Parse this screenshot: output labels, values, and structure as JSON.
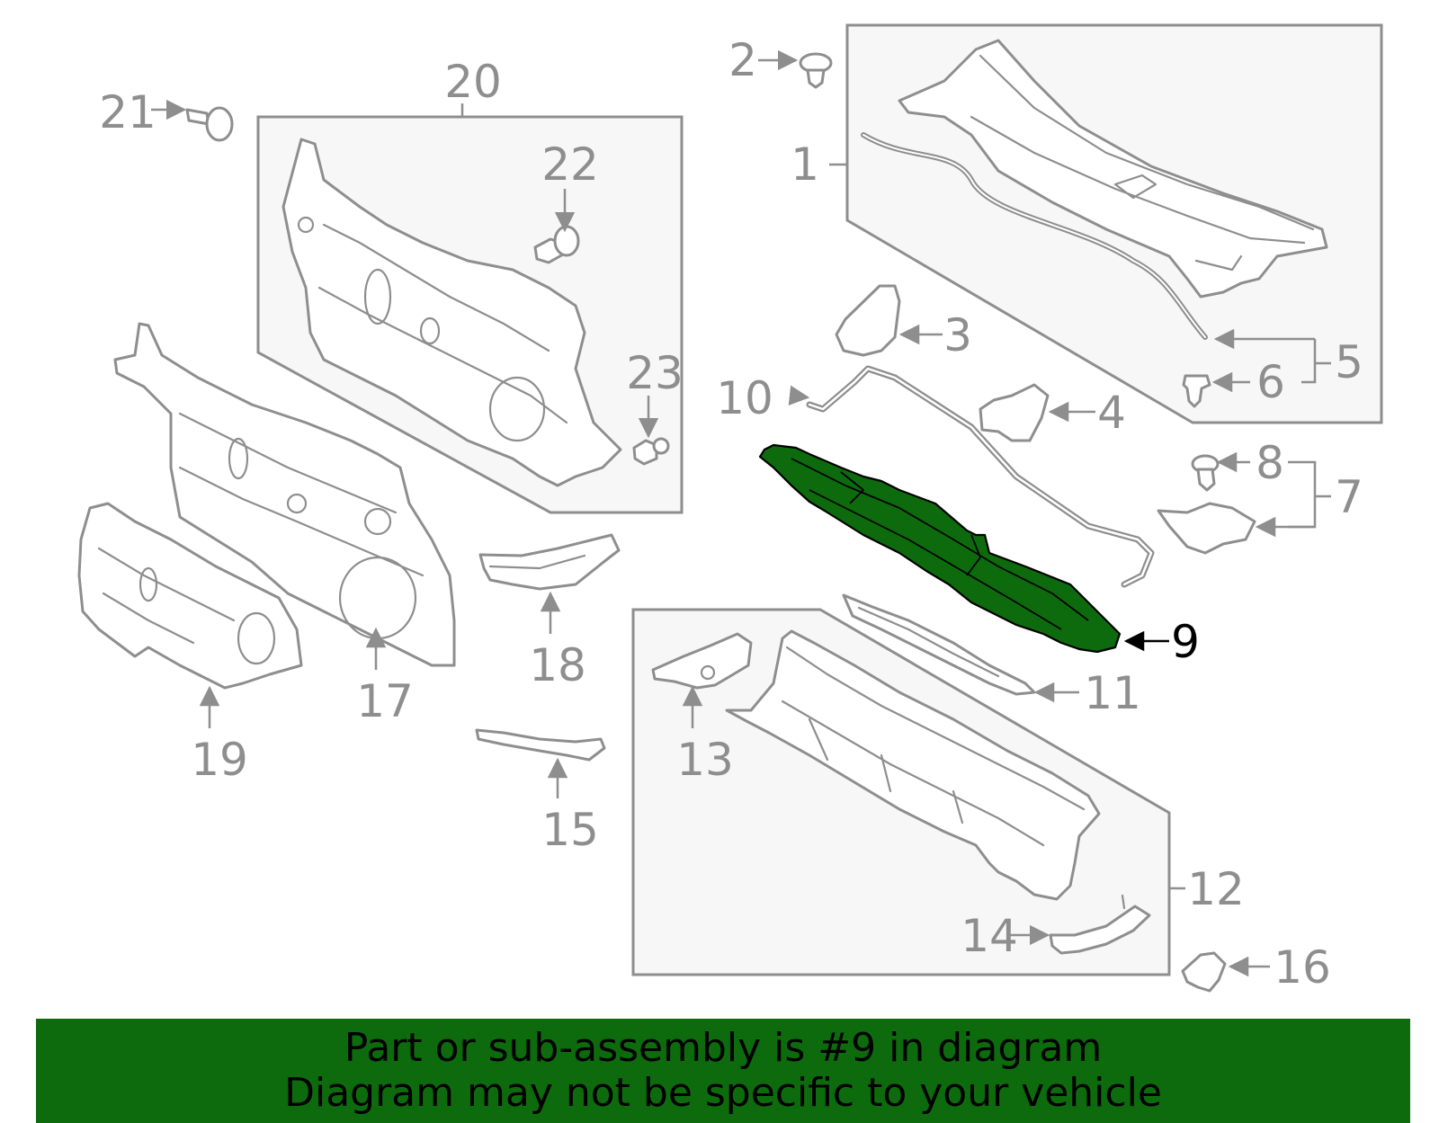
{
  "banner": {
    "line1": "Part or sub-assembly is #9 in diagram",
    "line2": "Diagram may not be specific to your vehicle",
    "background_color": "#0d6b0d",
    "text_color": "#000000"
  },
  "highlight": {
    "part_number": "9",
    "fill_color": "#0d6b0d"
  },
  "line_color": "#8e8e8e",
  "callouts": {
    "c1": "1",
    "c2": "2",
    "c3": "3",
    "c4": "4",
    "c5": "5",
    "c6": "6",
    "c7": "7",
    "c8": "8",
    "c9": "9",
    "c10": "10",
    "c11": "11",
    "c12": "12",
    "c13": "13",
    "c14": "14",
    "c15": "15",
    "c16": "16",
    "c17": "17",
    "c18": "18",
    "c19": "19",
    "c20": "20",
    "c21": "21",
    "c22": "22",
    "c23": "23"
  }
}
